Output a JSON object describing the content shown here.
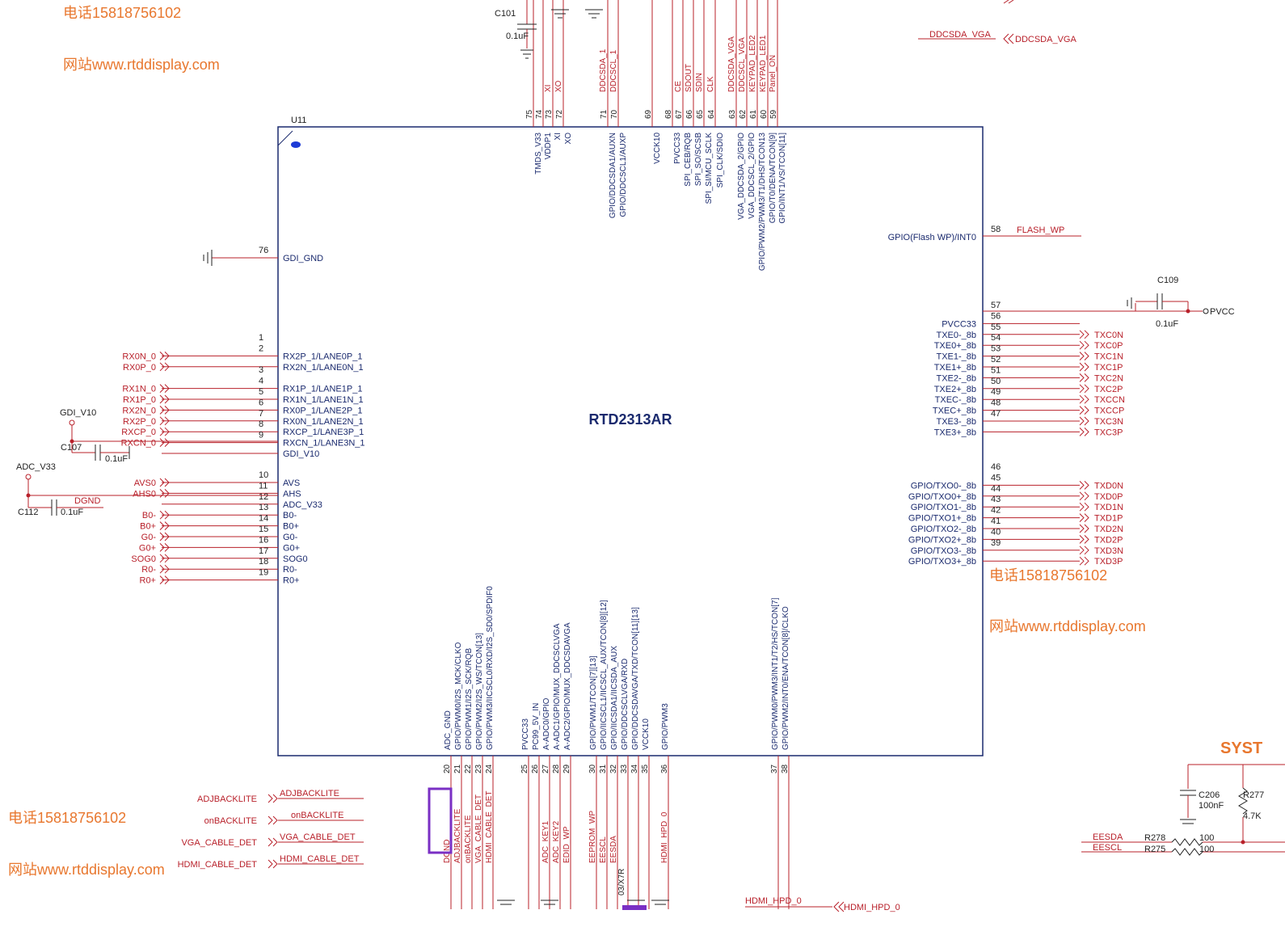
{
  "watermarks": {
    "phone": "电话15818756102",
    "site": "网站www.rtddisplay.com"
  },
  "chip": {
    "ref": "U11",
    "name": "RTD2313AR",
    "gdi_gnd": {
      "num": "76",
      "label": "GDI_GND"
    },
    "left_pins": [
      {
        "num": "1",
        "label": "",
        "net": ""
      },
      {
        "num": "2",
        "label": "RX2P_1/LANE0P_1",
        "net": "RX0N_0"
      },
      {
        "num": "",
        "label": "RX2N_1/LANE0N_1",
        "net": "RX0P_0"
      },
      {
        "num": "3",
        "label": "",
        "net": ""
      },
      {
        "num": "4",
        "label": "RX1P_1/LANE1P_1",
        "net": "RX1N_0"
      },
      {
        "num": "5",
        "label": "RX1N_1/LANE1N_1",
        "net": "RX1P_0"
      },
      {
        "num": "6",
        "label": "RX0P_1/LANE2P_1",
        "net": "RX2N_0"
      },
      {
        "num": "7",
        "label": "RX0N_1/LANE2N_1",
        "net": "RX2P_0"
      },
      {
        "num": "8",
        "label": "RXCP_1/LANE3P_1",
        "net": "RXCP_0"
      },
      {
        "num": "9",
        "label": "RXCN_1/LANE3N_1",
        "net": "RXCN_0"
      },
      {
        "num": "",
        "label": "GDI_V10",
        "net": ""
      },
      {
        "num": "10",
        "label": "AVS",
        "net": "AVS0"
      },
      {
        "num": "11",
        "label": "AHS",
        "net": "AHS0"
      },
      {
        "num": "12",
        "label": "ADC_V33",
        "net": ""
      },
      {
        "num": "13",
        "label": "B0-",
        "net": "B0-"
      },
      {
        "num": "14",
        "label": "B0+",
        "net": "B0+"
      },
      {
        "num": "15",
        "label": "G0-",
        "net": "G0-"
      },
      {
        "num": "16",
        "label": "G0+",
        "net": "G0+"
      },
      {
        "num": "17",
        "label": "SOG0",
        "net": "SOG0"
      },
      {
        "num": "18",
        "label": "R0-",
        "net": "R0-"
      },
      {
        "num": "19",
        "label": "R0+",
        "net": "R0+"
      }
    ],
    "right_pins_top": [
      {
        "num": "58",
        "label": "GPIO(Flash WP)/INT0",
        "net": "FLASH_WP"
      }
    ],
    "right_pins": [
      {
        "num": "57",
        "label": "",
        "net": ""
      },
      {
        "num": "56",
        "label": "PVCC33",
        "net": ""
      },
      {
        "num": "55",
        "label": "TXE0-_8b",
        "net": "TXC0N"
      },
      {
        "num": "54",
        "label": "TXE0+_8b",
        "net": "TXC0P"
      },
      {
        "num": "53",
        "label": "TXE1-_8b",
        "net": "TXC1N"
      },
      {
        "num": "52",
        "label": "TXE1+_8b",
        "net": "TXC1P"
      },
      {
        "num": "51",
        "label": "TXE2-_8b",
        "net": "TXC2N"
      },
      {
        "num": "50",
        "label": "TXE2+_8b",
        "net": "TXC2P"
      },
      {
        "num": "49",
        "label": "TXEC-_8b",
        "net": "TXCCN"
      },
      {
        "num": "48",
        "label": "TXEC+_8b",
        "net": "TXCCP"
      },
      {
        "num": "47",
        "label": "TXE3-_8b",
        "net": "TXC3N"
      },
      {
        "num": "",
        "label": "TXE3+_8b",
        "net": "TXC3P"
      }
    ],
    "right_pins_lower": [
      {
        "num": "46",
        "label": "",
        "net": ""
      },
      {
        "num": "45",
        "label": "GPIO/TXO0-_8b",
        "net": "TXD0N"
      },
      {
        "num": "44",
        "label": "GPIO/TXO0+_8b",
        "net": "TXD0P"
      },
      {
        "num": "43",
        "label": "GPIO/TXO1-_8b",
        "net": "TXD1N"
      },
      {
        "num": "42",
        "label": "GPIO/TXO1+_8b",
        "net": "TXD1P"
      },
      {
        "num": "41",
        "label": "GPIO/TXO2-_8b",
        "net": "TXD2N"
      },
      {
        "num": "40",
        "label": "GPIO/TXO2+_8b",
        "net": "TXD2P"
      },
      {
        "num": "39",
        "label": "GPIO/TXO3-_8b",
        "net": "TXD3N"
      },
      {
        "num": "",
        "label": "GPIO/TXO3+_8b",
        "net": "TXD3P"
      }
    ],
    "top_pins": [
      {
        "num": "75",
        "label": "TMDS_V33",
        "net": ""
      },
      {
        "num": "74",
        "label": "VDDP1",
        "net": ""
      },
      {
        "num": "73",
        "label": "XI",
        "net": "XI"
      },
      {
        "num": "72",
        "label": "XO",
        "net": "XO"
      },
      {
        "num": "71",
        "label": "GPIO/DDCSDA1/AUXN",
        "net": "DDCSDA_1"
      },
      {
        "num": "70",
        "label": "GPIO/DDCSCL1/AUXP",
        "net": "DDCSCL_1"
      },
      {
        "num": "69",
        "label": "VCCK10",
        "net": ""
      },
      {
        "num": "68",
        "label": "PVCC33",
        "net": ""
      },
      {
        "num": "67",
        "label": "SPI_CEB/RQB",
        "net": "CE"
      },
      {
        "num": "66",
        "label": "SPI_SO/SCSB",
        "net": "SDOUT"
      },
      {
        "num": "65",
        "label": "SPI_SI/MCU_SCLK",
        "net": "SDIN"
      },
      {
        "num": "64",
        "label": "SPI_CLK/SDIO",
        "net": "CLK"
      },
      {
        "num": "63",
        "label": "VGA_DDCSDA_2/GPIO",
        "net": "DDCSDA_VGA"
      },
      {
        "num": "62",
        "label": "VGA_DDCSCL_2/GPIO",
        "net": "DDCSCL_VGA"
      },
      {
        "num": "61",
        "label": "GPIO/PWM2/PWM3/T1/DHS/TCON13",
        "net": "KEYPAD_LED2"
      },
      {
        "num": "60",
        "label": "GPIO/T0/DENA/TCON[9]",
        "net": "KEYPAD_LED1"
      },
      {
        "num": "59",
        "label": "GPIO/INT1/VS/TCON[11]",
        "net": "Panel_ON"
      }
    ],
    "bottom_pins": [
      {
        "num": "20",
        "label": "ADC_GND",
        "net": "DGND"
      },
      {
        "num": "21",
        "label": "GPIO/PWM0/I2S_MCK/CLKO",
        "net": "ADJBACKLITE"
      },
      {
        "num": "22",
        "label": "GPIO/PWM1/I2S_SCK/RQB",
        "net": "onBACKLITE"
      },
      {
        "num": "23",
        "label": "GPIO/PWM2/I2S_WS/TCON[13]",
        "net": "VGA_CABLE_DET"
      },
      {
        "num": "24",
        "label": "GPIO/PWM3/IICSCL0/RXD/I2S_SD0/SPDIF0",
        "net": "HDMI_CABLE_DET"
      },
      {
        "num": "25",
        "label": "PVCC33",
        "net": ""
      },
      {
        "num": "26",
        "label": "PC99_5V_IN",
        "net": ""
      },
      {
        "num": "27",
        "label": "A-ADC0/GPIO",
        "net": "ADC_KEY1"
      },
      {
        "num": "28",
        "label": "A-ADC1/GPIO/MUX_DDCSCLVGA",
        "net": "ADC_KEY2"
      },
      {
        "num": "29",
        "label": "A-ADC2/GPIO/MUX_DDCSDAVGA",
        "net": "EDID_WP"
      },
      {
        "num": "30",
        "label": "GPIO/PWM1/TCON[7][13]",
        "net": "EEPROM_WP"
      },
      {
        "num": "31",
        "label": "GPIO/IICSCL1/IICSCL_AUX/TCON[8][12]",
        "net": "EESCL"
      },
      {
        "num": "32",
        "label": "GPIO/IICSDA1/IICSDA_AUX",
        "net": "EESDA"
      },
      {
        "num": "33",
        "label": "GPIO/DDCSCLVGA/RXD",
        "net": ""
      },
      {
        "num": "34",
        "label": "GPIO/DDCSDAVGA/TXD/TCON[11][13]",
        "net": ""
      },
      {
        "num": "35",
        "label": "VCCK10",
        "net": ""
      },
      {
        "num": "36",
        "label": "GPIO/PWM3",
        "net": "HDMI_HPD_0"
      },
      {
        "num": "37",
        "label": "GPIO/PWM0/PWM3/INT1/T2/HS/TCON[7]",
        "net": ""
      },
      {
        "num": "38",
        "label": "GPIO/PWM2/INT0/ENA/TCON[8]/CLKO",
        "net": ""
      }
    ]
  },
  "components": {
    "c101": {
      "ref": "C101",
      "val": "0.1uF"
    },
    "c109": {
      "ref": "C109",
      "val": "0.1uF"
    },
    "c107": {
      "ref": "C107",
      "val": "0.1uF"
    },
    "c112": {
      "ref": "C112",
      "val": "0.1uF"
    },
    "c206": {
      "ref": "C206",
      "val": "100nF"
    },
    "r277": {
      "ref": "R277",
      "val": "4.7K"
    },
    "r278": {
      "ref": "R278",
      "val": "100"
    },
    "r275": {
      "ref": "R275",
      "val": "100"
    }
  },
  "nets": {
    "pvcc": "PVCC",
    "gdi_v10": "GDI_V10",
    "adc_v33": "ADC_V33",
    "dgnd": "DGND",
    "ddcsda_vga_wire": "DDCSDA_VGA",
    "ddcsda_vga_port": "DDCSDA_VGA",
    "hdmi_hpd_wire": "HDMI_HPD_0",
    "hdmi_hpd_port": "HDMI_HPD_0",
    "eesda": "EESDA",
    "eescl": "EESCL",
    "syst": "SYST",
    "x7r": "03/X7R"
  },
  "bottom_ports": [
    {
      "name": "ADJBACKLITE",
      "wire": "ADJBACKLITE"
    },
    {
      "name": "onBACKLITE",
      "wire": "onBACKLITE"
    },
    {
      "name": "VGA_CABLE_DET",
      "wire": "VGA_CABLE_DET"
    },
    {
      "name": "HDMI_CABLE_DET",
      "wire": "HDMI_CABLE_DET"
    }
  ],
  "colors": {
    "wire": "#b8202a",
    "text_blue": "#1a2a6e",
    "watermark": "#e8772e",
    "highlight": "#7a2fc4",
    "chip_border": "#1a2a6e"
  }
}
